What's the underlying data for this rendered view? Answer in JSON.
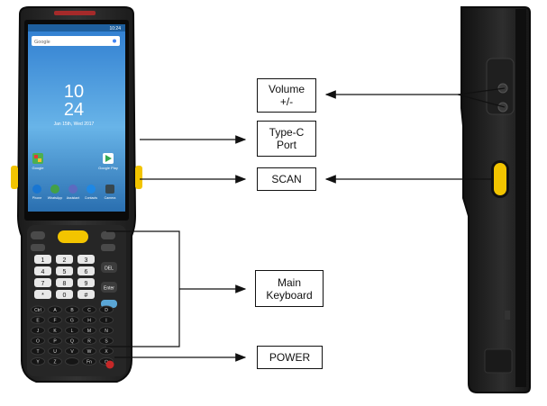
{
  "labels": {
    "volume": "Volume\n+/-",
    "typec": "Type-C\nPort",
    "scan": "SCAN",
    "keyboard": "Main\nKeyboard",
    "power": "POWER"
  },
  "screen": {
    "search_text": "Google",
    "clock_hour": "10",
    "clock_min": "24",
    "date_text": "Jan 15th, Wed 2017",
    "status_time": "10:24",
    "apps_row1": [
      "Google",
      "Google Play"
    ],
    "dock": [
      "Phone",
      "WhatsApp",
      "Assistant",
      "Contacts",
      "Camera"
    ]
  },
  "keypad": {
    "rows": [
      [
        "1",
        "2",
        "3"
      ],
      [
        "4",
        "5",
        "6"
      ],
      [
        "7",
        "8",
        "9"
      ],
      [
        "*",
        "0",
        "#"
      ]
    ],
    "side_keys": [
      "DEL",
      "Enter"
    ],
    "alpha_rows": [
      [
        "Ctrl",
        "A",
        "B",
        "C",
        "D"
      ],
      [
        "E",
        "F",
        "G",
        "H",
        "I"
      ],
      [
        "J",
        "K",
        "L",
        "M",
        "N"
      ],
      [
        "O",
        "P",
        "Q",
        "R",
        "S"
      ],
      [
        "T",
        "U",
        "V",
        "W",
        "X"
      ],
      [
        "Y",
        "Z",
        "",
        "Fn",
        "⏻"
      ]
    ]
  },
  "colors": {
    "device_body": "#2a2a2a",
    "device_edge": "#111111",
    "scan_button": "#f2c400",
    "screen_bg": "#3f7fbf",
    "accent_red": "#c62828"
  }
}
